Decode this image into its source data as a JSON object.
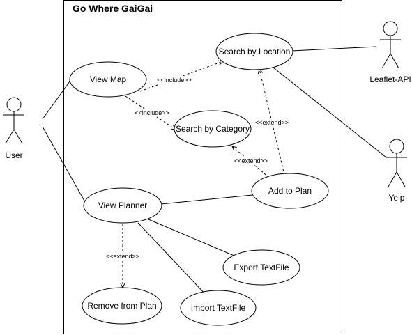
{
  "system": {
    "title": "Go Where GaiGai"
  },
  "actors": {
    "user": "User",
    "leaflet": "Leaflet-API",
    "yelp": "Yelp"
  },
  "use_cases": {
    "view_map": "View Map",
    "search_location": "Search by Location",
    "search_category": "Search by Category",
    "add_to_plan": "Add to Plan",
    "view_planner": "View Planner",
    "export_textfile": "Export TextFile",
    "remove_from_plan": "Remove from Plan",
    "import_textfile": "Import TextFile"
  },
  "relations": {
    "map_location": "<<include>>",
    "map_category": "<<include>>",
    "plan_location": "<<extend>>",
    "plan_category": "<<extend>>",
    "planner_remove": "<<extend>>"
  }
}
